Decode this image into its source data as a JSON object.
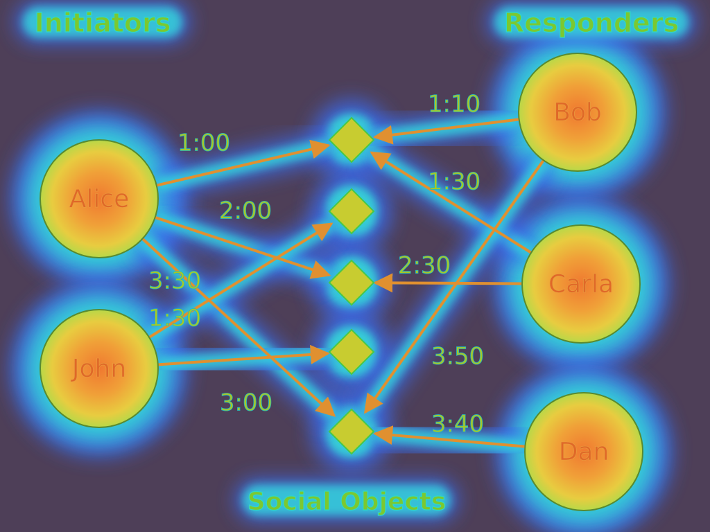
{
  "headings": {
    "initiators": "Initiators",
    "responders": "Responders",
    "social_objects": "Social Objects"
  },
  "initiators": [
    {
      "id": "alice",
      "name": "Alice"
    },
    {
      "id": "john",
      "name": "John"
    }
  ],
  "responders": [
    {
      "id": "bob",
      "name": "Bob"
    },
    {
      "id": "carla",
      "name": "Carla"
    },
    {
      "id": "dan",
      "name": "Dan"
    }
  ],
  "social_objects": [
    "obj1",
    "obj2",
    "obj3",
    "obj4",
    "obj5"
  ],
  "edges": [
    {
      "from": "alice",
      "to": "obj1",
      "time": "1:00"
    },
    {
      "from": "alice",
      "to": "obj3",
      "time": "2:00"
    },
    {
      "from": "alice",
      "to": "obj5",
      "time": "3:30"
    },
    {
      "from": "john",
      "to": "obj2",
      "time": "1:30"
    },
    {
      "from": "john",
      "to": "obj4",
      "time": "3:00"
    },
    {
      "from": "bob",
      "to": "obj1",
      "time": "1:10"
    },
    {
      "from": "carla",
      "to": "obj1",
      "time": "1:30"
    },
    {
      "from": "carla",
      "to": "obj3",
      "time": "2:30"
    },
    {
      "from": "bob",
      "to": "obj5",
      "time": "3:50"
    },
    {
      "from": "dan",
      "to": "obj5",
      "time": "3:40"
    }
  ],
  "colors": {
    "background": "#4e3f58",
    "glow_outer": "#3a6cf0",
    "glow_mid": "#35d8d8",
    "glow_inner": "#7fe05a",
    "node_fill": "#f0c040",
    "node_core": "#f08a30",
    "node_text": "#e06828",
    "heading_text": "#7cc830",
    "label_text": "#a8c828",
    "edge_color": "#e09030",
    "object_fill": "#c8cc30"
  }
}
